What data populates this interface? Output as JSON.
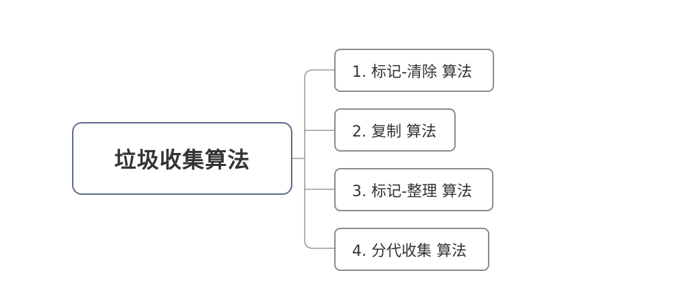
{
  "diagram": {
    "root": {
      "label": "垃圾收集算法"
    },
    "children": [
      {
        "label": "1. 标记-清除 算法"
      },
      {
        "label": "2. 复制 算法"
      },
      {
        "label": "3. 标记-整理 算法"
      },
      {
        "label": "4. 分代收集 算法"
      }
    ]
  },
  "colors": {
    "root_border": "#5a6a8c",
    "child_border": "#8a8a8a",
    "connector": "#9a9a9a",
    "text": "#333333"
  }
}
